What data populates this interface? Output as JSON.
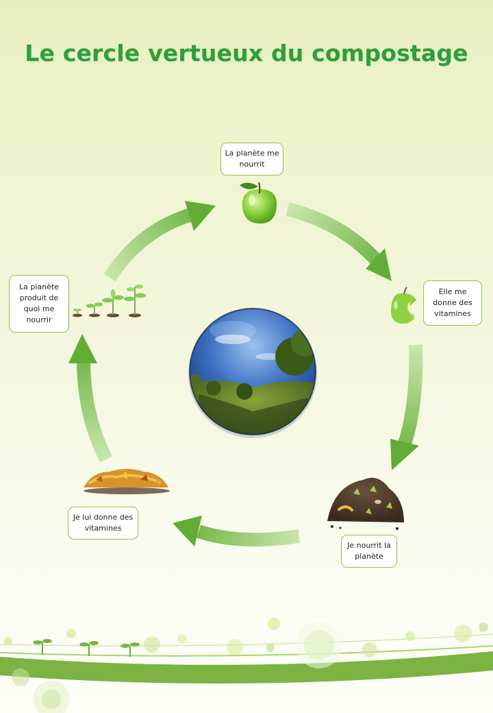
{
  "title": "Le cercle vertueux du compostage",
  "steps": [
    {
      "id": "apple",
      "label": "La planète me nourrit",
      "icon": "green-apple-icon"
    },
    {
      "id": "apple-core",
      "label": "Elle me donne des vitamines",
      "icon": "apple-core-icon"
    },
    {
      "id": "compost",
      "label": "Je nourrit la planète",
      "icon": "compost-heap-icon"
    },
    {
      "id": "leaves",
      "label": "Je lui donne des vitamines",
      "icon": "leaf-pile-icon"
    },
    {
      "id": "seedlings",
      "label": "La planète produit de quoi me nourrir",
      "icon": "seedlings-icon"
    }
  ],
  "center": {
    "icon": "earth-globe-icon"
  },
  "colors": {
    "title": "#2f9e3a",
    "arrow": "#6db33f",
    "arrow_light": "#b7dc95",
    "bubble_border": "#8bc34a"
  }
}
